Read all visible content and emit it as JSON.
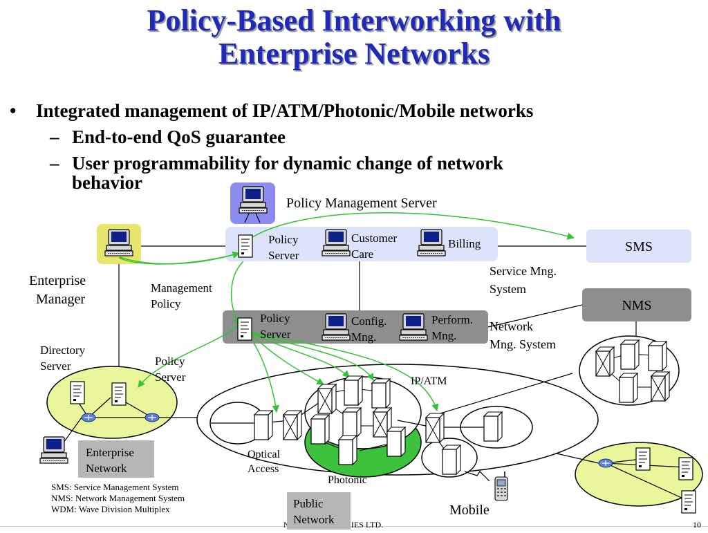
{
  "slide": {
    "title_line1": "Policy-Based Interworking with",
    "title_line2": "Enterprise Networks",
    "bullets": {
      "marker": "•",
      "main": "Integrated management of IP/ATM/Photonic/Mobile networks",
      "dash": "–",
      "sub1": "End-to-end QoS guarantee",
      "sub2_line1": "User programmability for dynamic change of network",
      "sub2_line2": "behavior"
    },
    "footer_company": "NTT LABORATORIES LTD.",
    "page_number": "10"
  },
  "diagram": {
    "policy_mgmt_server": "Policy Management Server",
    "enterprise_manager": [
      "Enterprise",
      "Manager"
    ],
    "management_policy": [
      "Management",
      "Policy"
    ],
    "policy_server_top": [
      "Policy",
      "Server"
    ],
    "customer_care": [
      "Customer",
      "Care"
    ],
    "billing": "Billing",
    "sms": "SMS",
    "service_mng_system": [
      "Service Mng.",
      "System"
    ],
    "nms": "NMS",
    "network_mng_system": [
      "Network",
      "Mng. System"
    ],
    "policy_server_mid": [
      "Policy",
      "Server"
    ],
    "config_mng": [
      "Config.",
      "Mng."
    ],
    "perform_mng": [
      "Perform.",
      "Mng."
    ],
    "directory_server": [
      "Directory",
      "Server"
    ],
    "policy_server_enterprise": [
      "Policy",
      "Server"
    ],
    "enterprise_network": [
      "Enterprise",
      "Network"
    ],
    "ip_atm": "IP/ATM",
    "optical_access": [
      "Optical",
      "Access"
    ],
    "photonic": "Photonic",
    "public_network": [
      "Public",
      "Network"
    ],
    "mobile": "Mobile",
    "legend": [
      "SMS: Service Management System",
      "NMS: Network Management System",
      "WDM: Wave Division Multiplex"
    ]
  },
  "colors": {
    "title": "#1f2bb8",
    "mgmt_server_box": "#8b8bf0",
    "enterprise_mgr_box": "#e6e66e",
    "service_band": "#dde3fa",
    "network_band": "#8e8e8e",
    "enterprise_lan": "#eaf59c",
    "photonic": "#3cc23c",
    "policy_arrow": "#33c233",
    "label_box_gray": "#b6b6b6"
  },
  "icons": [
    "pc-terminal-icon",
    "server-document-icon",
    "router-icon",
    "atm-switch-icon",
    "ip-router-box-icon",
    "mobile-phone-icon"
  ]
}
